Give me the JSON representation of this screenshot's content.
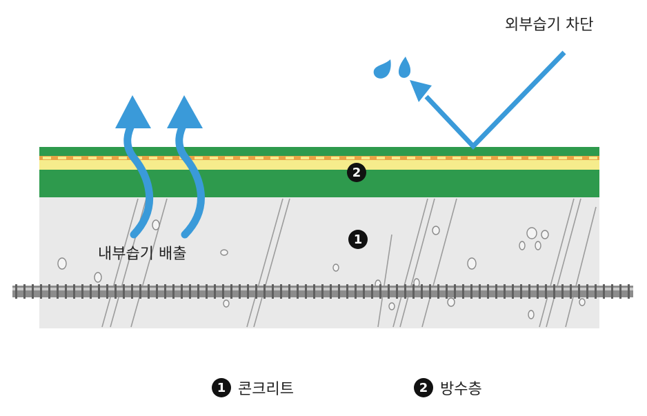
{
  "labels": {
    "external": "외부습기 차단",
    "internal": "내부습기 배출"
  },
  "markers": {
    "concrete": "1",
    "waterproof": "2"
  },
  "legend": [
    {
      "num": "1",
      "text": "콘크리트"
    },
    {
      "num": "2",
      "text": "방수층"
    }
  ],
  "colors": {
    "arrow": "#3a9ad9",
    "green": "#2e9a4d",
    "yellow": "#f6ec8c",
    "orange": "#e9a345",
    "concrete": "#e9e9e9",
    "crack": "#9c9c9c",
    "rebar": "#8a8a8a"
  }
}
